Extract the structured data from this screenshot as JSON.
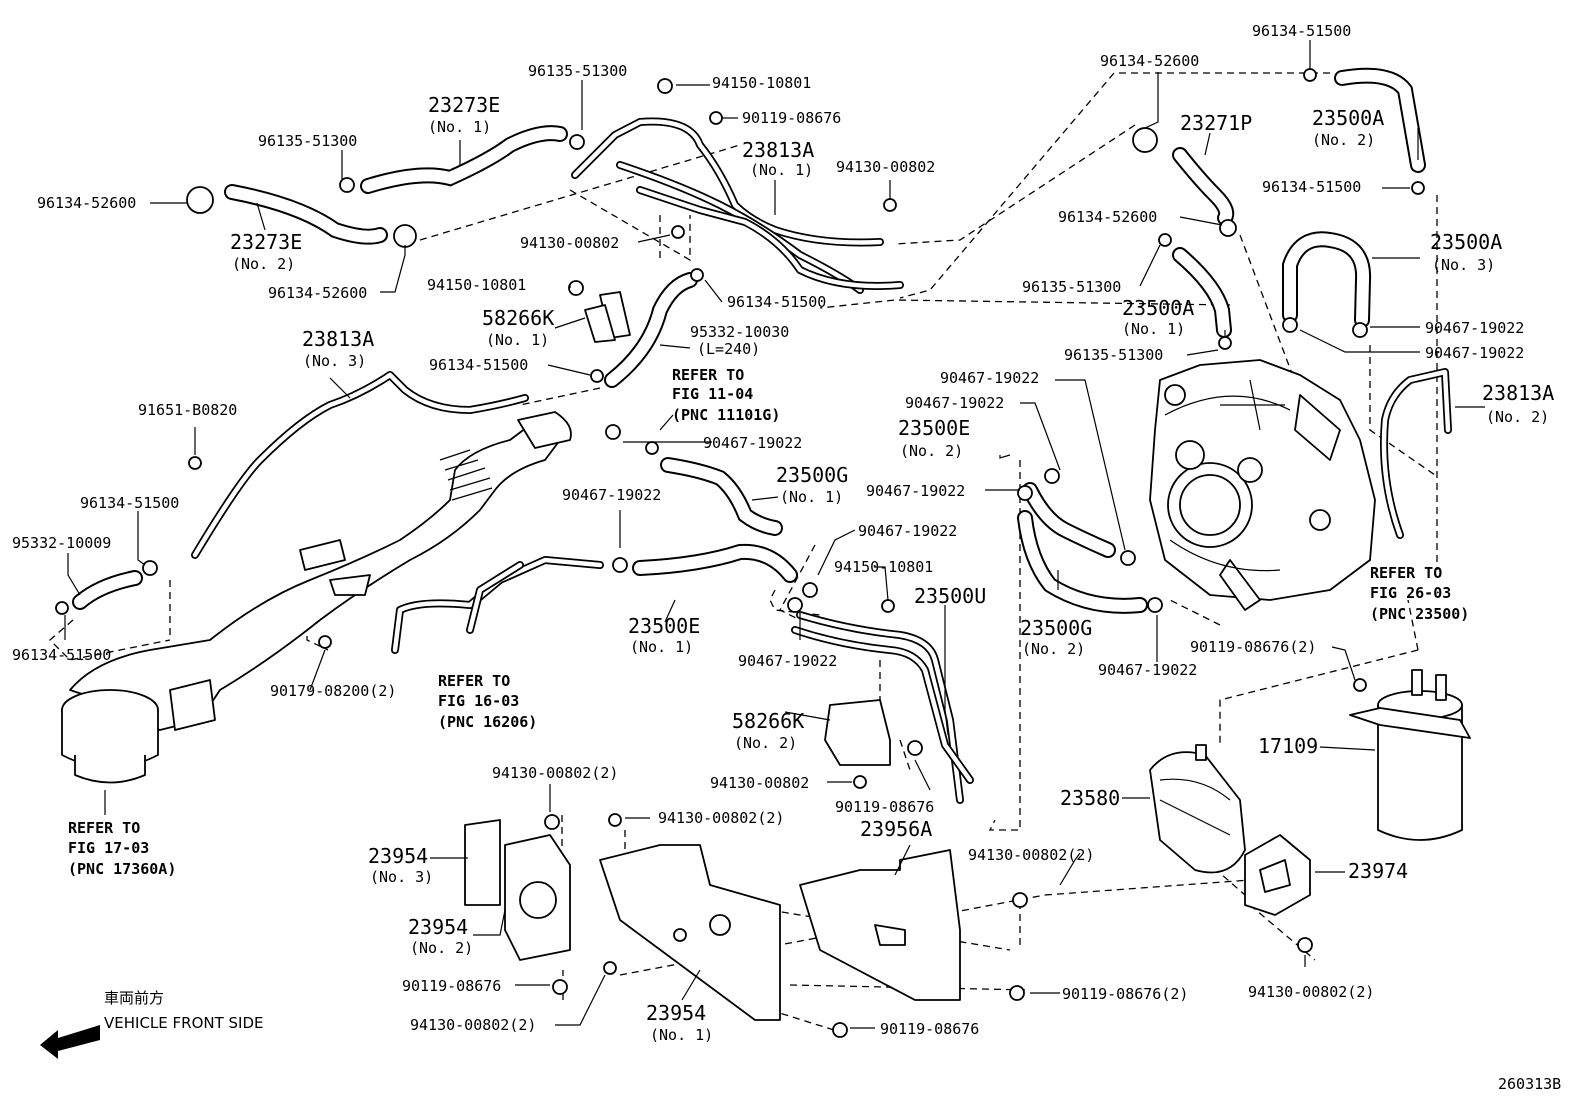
{
  "diagram_id": "260313B",
  "direction": {
    "jp": "車両前方",
    "en": "VEHICLE FRONT SIDE"
  },
  "parts": {
    "p_96134_51500_top": "96134-51500",
    "p_96134_52600_top": "96134-52600",
    "p_23271p": "23271P",
    "p_23500a_2": "23500A",
    "p_23500a_2_sub": "(No. 2)",
    "p_96134_51500_r": "96134-51500",
    "p_96135_51300_a": "96135-51300",
    "p_94150_10801_a": "94150-10801",
    "p_90119_08676_a": "90119-08676",
    "p_23813a_1": "23813A",
    "p_23813a_1_sub": "(No. 1)",
    "p_94130_00802_a": "94130-00802",
    "p_23273e_1": "23273E",
    "p_23273e_1_sub": "(No. 1)",
    "p_96135_51300_b": "96135-51300",
    "p_96134_52600_l": "96134-52600",
    "p_23273e_2": "23273E",
    "p_23273e_2_sub": "(No. 2)",
    "p_96134_52600_b": "96134-52600",
    "p_94130_00802_b": "94130-00802",
    "p_96134_52600_m": "96134-52600",
    "p_23500a_3": "23500A",
    "p_23500a_3_sub": "(No. 3)",
    "p_96135_51300_c": "96135-51300",
    "p_23500a_1": "23500A",
    "p_23500a_1_sub": "(No. 1)",
    "p_90467_19022_a": "90467-19022",
    "p_90467_19022_b": "90467-19022",
    "p_96135_51300_d": "96135-51300",
    "p_23813a_2": "23813A",
    "p_23813a_2_sub": "(No. 2)",
    "p_94150_10801_b": "94150-10801",
    "p_96134_51500_m": "96134-51500",
    "p_58266k_1": "58266K",
    "p_58266k_1_sub": "(No. 1)",
    "p_95332_10030": "95332-10030",
    "p_95332_10030_sub": "(L=240)",
    "p_96134_51500_n": "96134-51500",
    "p_23813a_3": "23813A",
    "p_23813a_3_sub": "(No. 3)",
    "p_91651_b0820": "91651-B0820",
    "p_96134_51500_o": "96134-51500",
    "p_95332_10009": "95332-10009",
    "p_96134_51500_p": "96134-51500",
    "p_90179_08200": "90179-08200(2)",
    "p_90467_19022_c": "90467-19022",
    "p_90467_19022_d": "90467-19022",
    "p_23500e_2": "23500E",
    "p_23500e_2_sub": "(No. 2)",
    "p_90467_19022_e": "90467-19022",
    "p_23500g_2": "23500G",
    "p_23500g_2_sub": "(No. 2)",
    "p_90467_19022_f": "90467-19022",
    "p_90119_08676_2": "90119-08676(2)",
    "p_90467_19022_g": "90467-19022",
    "p_23500g_1": "23500G",
    "p_23500g_1_sub": "(No. 1)",
    "p_90467_19022_h": "90467-19022",
    "p_90467_19022_i": "90467-19022",
    "p_94150_10801_c": "94150-10801",
    "p_23500u": "23500U",
    "p_23500e_1": "23500E",
    "p_23500e_1_sub": "(No. 1)",
    "p_90467_19022_j": "90467-19022",
    "p_58266k_2": "58266K",
    "p_58266k_2_sub": "(No. 2)",
    "p_94130_00802_c": "94130-00802",
    "p_90119_08676_b": "90119-08676",
    "p_23956a": "23956A",
    "p_17109": "17109",
    "p_23580": "23580",
    "p_23974": "23974",
    "p_94130_00802_d": "94130-00802(2)",
    "p_94130_00802_e": "94130-00802(2)",
    "p_94130_00802_f": "94130-00802(2)",
    "p_23954_3": "23954",
    "p_23954_3_sub": "(No. 3)",
    "p_23954_2": "23954",
    "p_23954_2_sub": "(No. 2)",
    "p_90119_08676_c": "90119-08676",
    "p_94130_00802_g": "94130-00802(2)",
    "p_23954_1": "23954",
    "p_23954_1_sub": "(No. 1)",
    "p_90119_08676_d": "90119-08676",
    "p_90119_08676_e": "90119-08676(2)",
    "p_94130_00802_h": "94130-00802(2)"
  },
  "refs": {
    "fig_11_04": [
      "REFER TO",
      "FIG 11-04",
      "(PNC 11101G)"
    ],
    "fig_26_03": [
      "REFER TO",
      "FIG 26-03",
      "(PNC 23500)"
    ],
    "fig_16_03": [
      "REFER TO",
      "FIG 16-03",
      "(PNC 16206)"
    ],
    "fig_17_03": [
      "REFER TO",
      "FIG 17-03",
      "(PNC 17360A)"
    ]
  }
}
